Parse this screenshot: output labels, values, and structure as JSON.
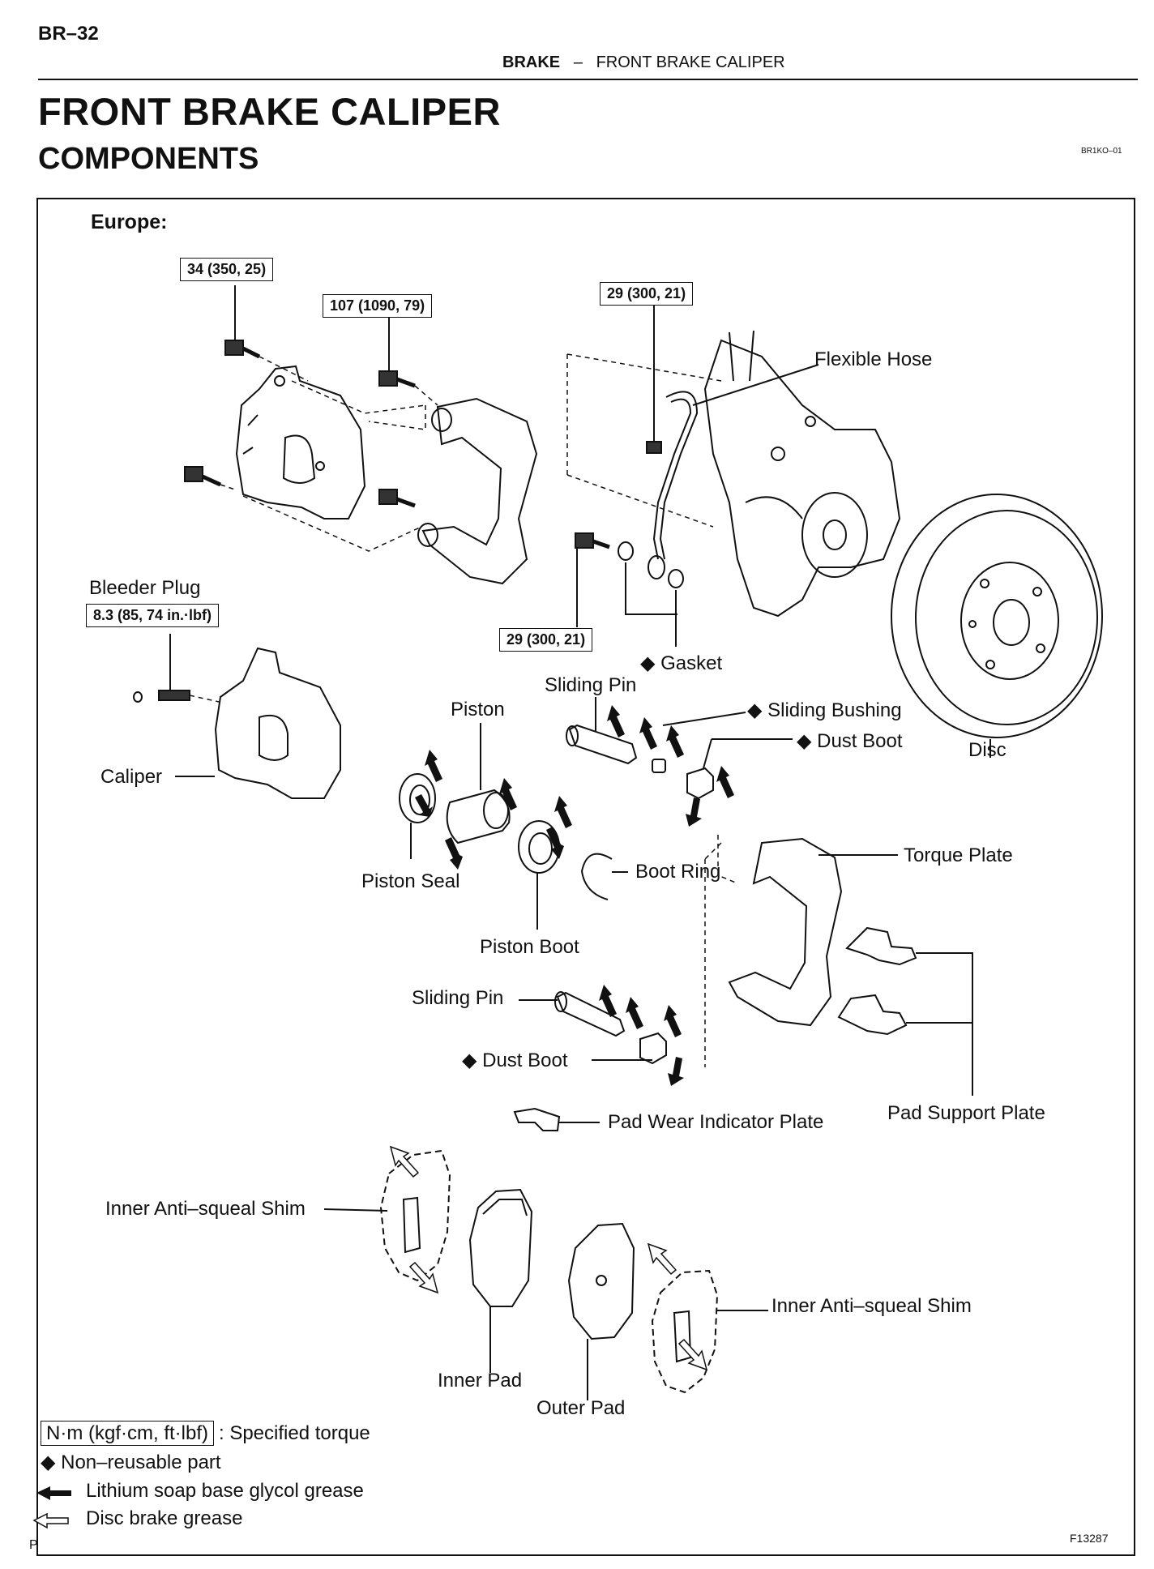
{
  "header": {
    "page_code": "BR–32",
    "section": "BRAKE",
    "separator": "–",
    "subsection": "FRONT BRAKE CALIPER",
    "title": "FRONT BRAKE CALIPER",
    "subtitle": "COMPONENTS",
    "ref_code": "BR1KO–01"
  },
  "diagram": {
    "region": "Europe:",
    "torque_specs": {
      "caliper_bolt": "34 (350, 25)",
      "torque_plate_bolt": "107 (1090, 79)",
      "hose_bracket_bolt": "29 (300, 21)",
      "union_bolt": "29 (300, 21)",
      "bleeder_plug": "8.3 (85, 74 in.·lbf)"
    },
    "labels": {
      "flexible_hose": "Flexible Hose",
      "bleeder_plug": "Bleeder Plug",
      "gasket": "◆ Gasket",
      "sliding_pin_upper": "Sliding Pin",
      "sliding_bushing": "◆ Sliding Bushing",
      "dust_boot_upper": "◆ Dust Boot",
      "disc": "Disc",
      "piston": "Piston",
      "caliper": "Caliper",
      "piston_seal": "Piston Seal",
      "boot_ring": "Boot Ring",
      "torque_plate": "Torque Plate",
      "piston_boot": "Piston Boot",
      "sliding_pin_lower": "Sliding Pin",
      "dust_boot_lower": "◆ Dust Boot",
      "pad_wear_indicator_plate": "Pad Wear Indicator Plate",
      "pad_support_plate": "Pad Support Plate",
      "inner_anti_squeal_shim_left": "Inner Anti–squeal Shim",
      "inner_anti_squeal_shim_right": "Inner Anti–squeal Shim",
      "inner_pad": "Inner Pad",
      "outer_pad": "Outer Pad"
    }
  },
  "legend": {
    "torque_box": "N·m (kgf·cm, ft·lbf)",
    "torque_text": ": Specified torque",
    "non_reusable": "◆ Non–reusable part",
    "lithium": "Lithium soap base glycol grease",
    "disc_grease": "Disc brake grease"
  },
  "footer": {
    "figure_id": "F13287",
    "corner_mark": "P"
  }
}
